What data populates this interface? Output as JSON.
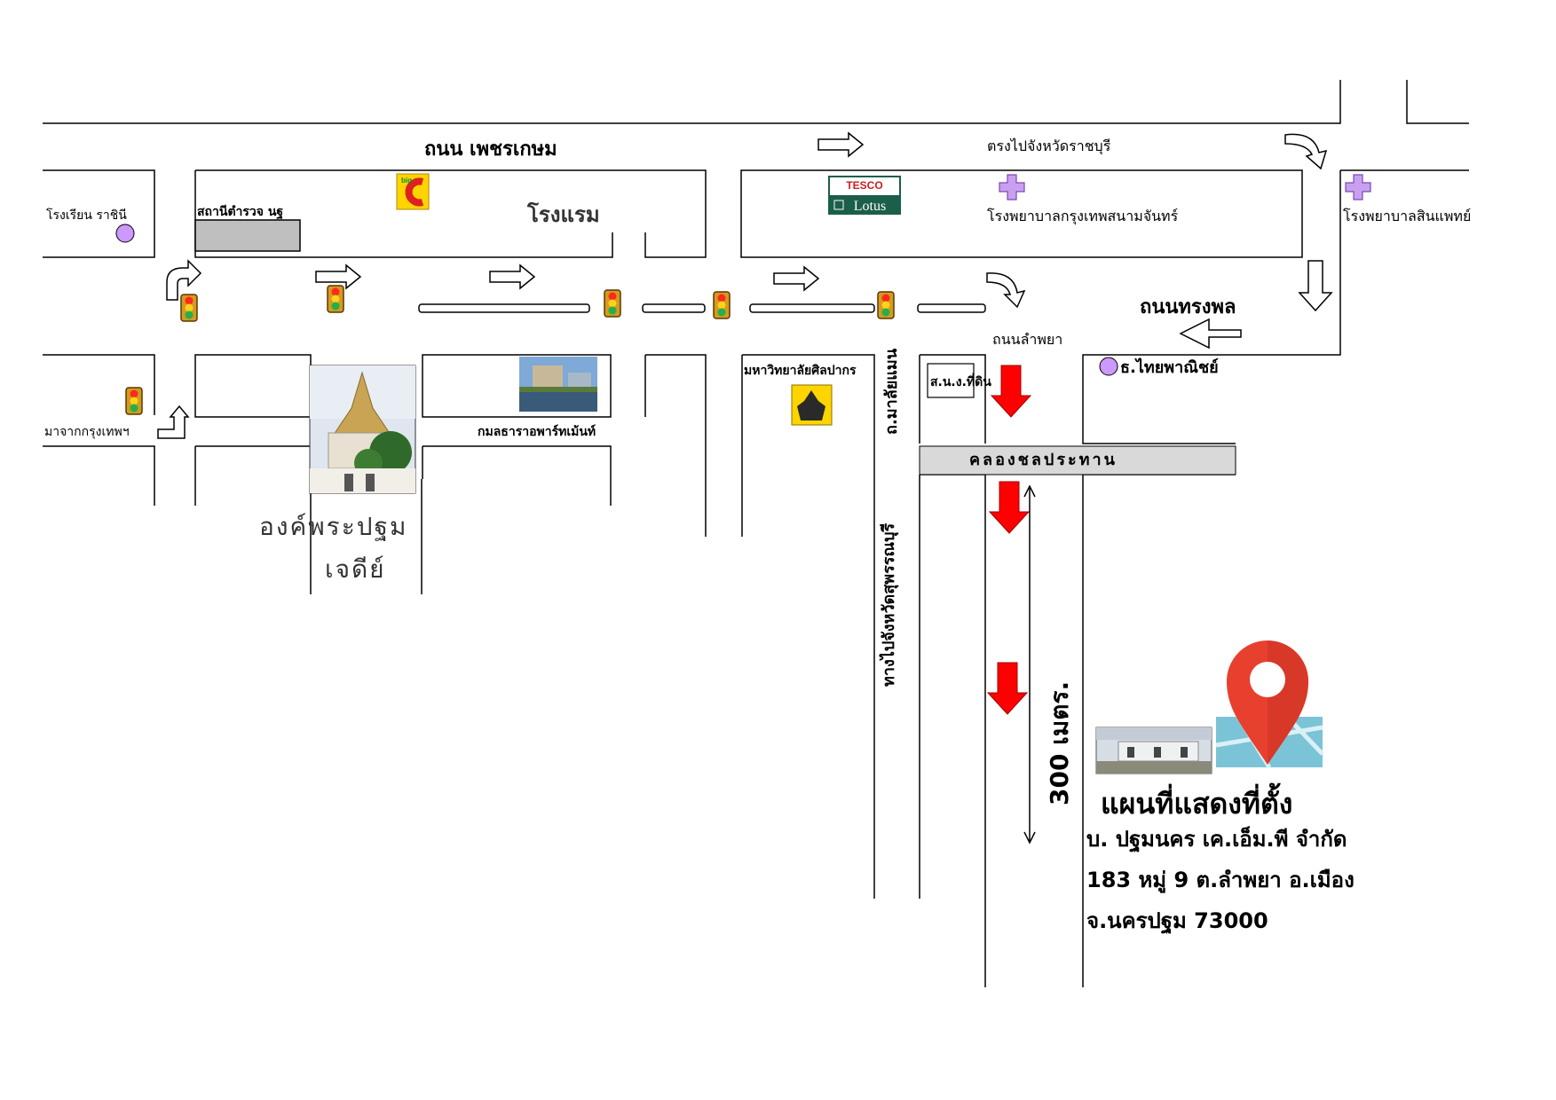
{
  "roads": {
    "main_road": "ถนน เพชรเกษม",
    "to_ratchaburi": "ตรงไปจังหวัดราชบุรี",
    "song_phon": "ถนนทรงพล",
    "lam_phaya": "ถนนลำพยา",
    "malaiman": "ถ.มาลัยแมน",
    "to_suphanburi": "ทางไปจังหวัดสุพรรณบุรี",
    "canal": "คลองชลประทาน",
    "from_bangkok": "มาจากกรุงเทพฯ"
  },
  "places": {
    "school": "โรงเรียน ราชินี",
    "police": "สถานีตำรวจ นฐ",
    "bigc": "Big C",
    "hotel": "โรงแรม",
    "tesco": "TESCO",
    "lotus": "Lotus",
    "hospital_bkk": "โรงพยาบาลกรุงเทพสนามจันทร์",
    "hospital_sin": "โรงพยาบาลสินแพทย์",
    "university": "มหาวิทยาลัยศิลปากร",
    "apartment": "กมลธาราอพาร์ทเม้นท์",
    "chedi_line1": "องค์พระปฐม",
    "chedi_line2": "เจดีย์",
    "dmv": "ส.น.ง.ที่ดิน",
    "bank": "ธ.ไทยพาณิชย์"
  },
  "distance": "300  เมตร.",
  "location": {
    "title": "แผนที่แสดงที่ตั้ง",
    "company": "บ. ปฐมนคร เค.เอ็ม.พี จำกัด",
    "address1": "183  หมู่ 9  ต.ลำพยา  อ.เมือง",
    "address2": "จ.นครปฐม 73000"
  },
  "colors": {
    "road_line": "#000000",
    "canal_fill": "#d9d9d9",
    "red_arrow": "#ff0000",
    "hospital_cross": "#c9a0f0",
    "marker_circle": "#cc99ff",
    "pin_red": "#e8402f",
    "tesco_green": "#1b5e4a"
  },
  "icons": {
    "traffic_light": "traffic-light-icon",
    "hospital": "hospital-cross-icon",
    "pin": "map-pin-icon"
  }
}
